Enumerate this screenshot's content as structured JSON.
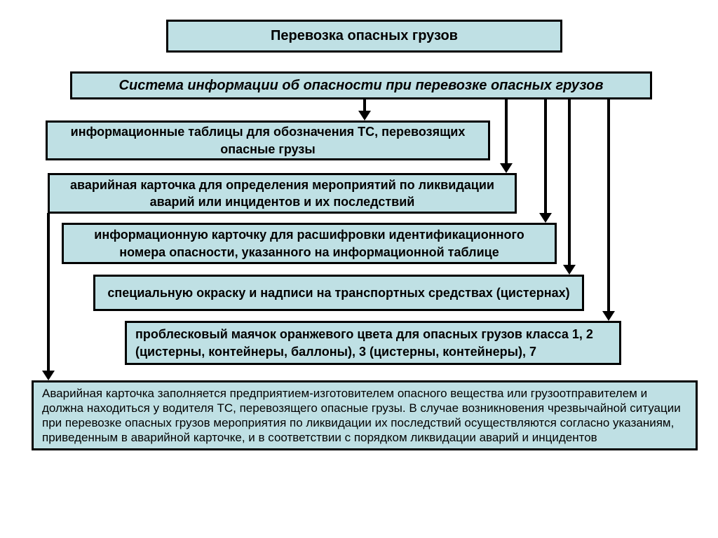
{
  "colors": {
    "background": "#ffffff",
    "box_fill": "#bfe0e4",
    "box_border": "#000000",
    "arrow": "#000000",
    "text": "#000000"
  },
  "title_box": {
    "text": "Перевозка опасных грузов"
  },
  "system_box": {
    "text": "Система информации об опасности при перевозке  опасных грузов"
  },
  "info_items": [
    {
      "lines": [
        "информационные таблицы для обозначения ТС, перевозящих",
        "опасные грузы"
      ]
    },
    {
      "lines": [
        "аварийная карточка для определения мероприятий по ликвидации",
        "аварий или инцидентов и их последствий"
      ]
    },
    {
      "lines": [
        "информационную карточку для расшифровки идентификационного",
        "номера опасности, указанного на информационной таблице"
      ]
    },
    {
      "lines": [
        "специальную окраску и надписи на транспортных средствах (цистернах)"
      ]
    },
    {
      "lines": [
        "проблесковый маячок оранжевого цвета для опасных грузов класса 1, 2",
        "(цистерны, контейнеры, баллоны), 3 (цистерны, контейнеры), 7"
      ]
    }
  ],
  "note_box": {
    "lines": [
      "Аварийная карточка заполняется предприятием-изготовителем опасного вещества или грузоотправителем и",
      "должна находиться у водителя ТС, перевозящего опасные грузы. В случае возникновения чрезвычайной ситуации",
      "при перевозке опасных грузов мероприятия по ликвидации их последствий осуществляются согласно указаниям,",
      "приведенным в аварийной карточке, и в соответствии с порядком ликвидации аварий и инцидентов"
    ]
  }
}
